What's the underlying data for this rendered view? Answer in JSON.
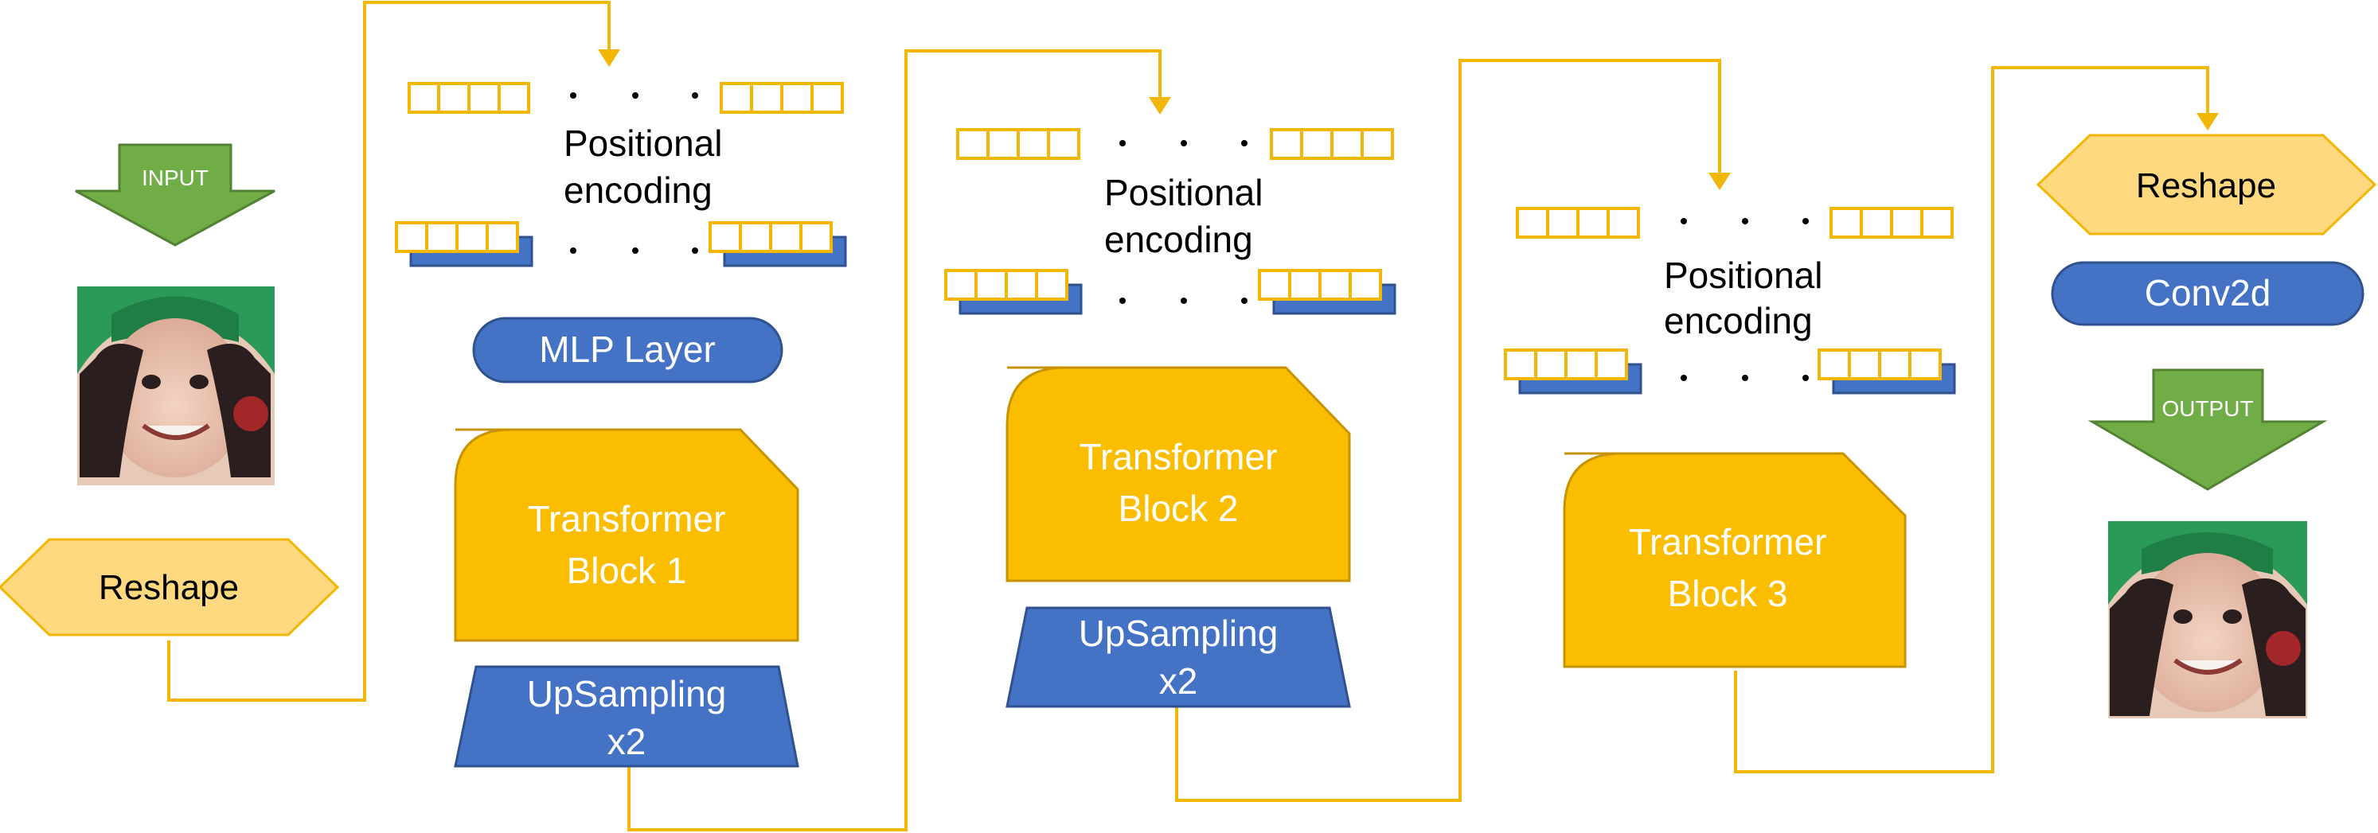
{
  "colors": {
    "connector": "#f2b705",
    "transformer_fill": "#fbbd00",
    "transformer_stroke": "#c79400",
    "blue_fill": "#4472c4",
    "blue_stroke": "#2f528f",
    "reshape_fill": "#ffd980",
    "reshape_stroke": "#f2b705",
    "arrow_fill": "#70ad47",
    "arrow_stroke": "#548235",
    "token_orange": "#f2b705",
    "token_blue": "#4472c4"
  },
  "input": {
    "arrow_label": "INPUT",
    "reshape_label": "Reshape",
    "image_icon": "face-photo-icon"
  },
  "stage1": {
    "positional_label_line1": "Positional",
    "positional_label_line2": "encoding",
    "mlp_label": "MLP Layer",
    "transformer_line1": "Transformer",
    "transformer_line2": "Block 1",
    "upsampling_line1": "UpSampling",
    "upsampling_line2": "x2"
  },
  "stage2": {
    "positional_label_line1": "Positional",
    "positional_label_line2": "encoding",
    "transformer_line1": "Transformer",
    "transformer_line2": "Block 2",
    "upsampling_line1": "UpSampling",
    "upsampling_line2": "x2"
  },
  "stage3": {
    "positional_label_line1": "Positional",
    "positional_label_line2": "encoding",
    "transformer_line1": "Transformer",
    "transformer_line2": "Block 3"
  },
  "output": {
    "reshape_label": "Reshape",
    "conv_label": "Conv2d",
    "arrow_label": "OUTPUT",
    "image_icon": "face-photo-icon"
  }
}
